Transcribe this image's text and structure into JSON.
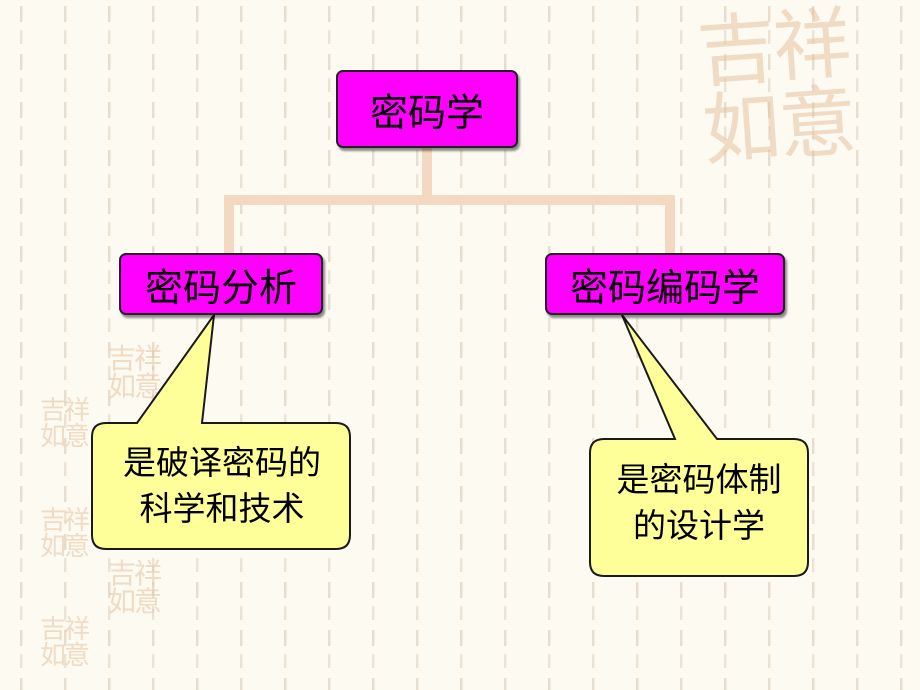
{
  "diagram": {
    "root": {
      "label": "密码学"
    },
    "left": {
      "label": "密码分析",
      "note_lines": [
        "是破译密码的",
        "科学和技术"
      ]
    },
    "right": {
      "label": "密码编码学",
      "note_lines": [
        "是密码体制",
        "的设计学"
      ]
    }
  },
  "decor": {
    "seal_text": "吉祥如意"
  },
  "colors": {
    "node_fill": "#ff00ff",
    "callout_fill": "#ffff99",
    "connector": "#f4d9c2",
    "background": "#fdfaf2"
  }
}
